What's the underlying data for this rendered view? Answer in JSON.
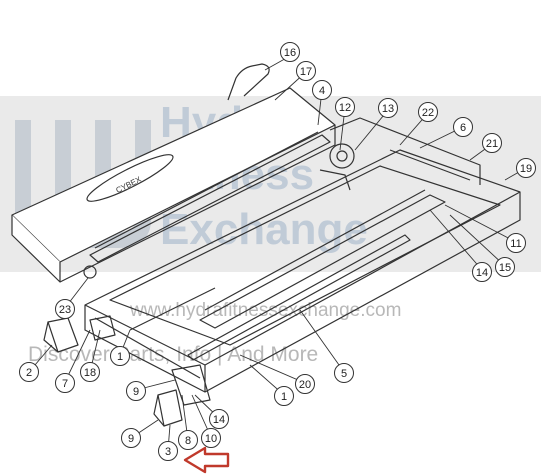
{
  "watermark": {
    "line1": "Hydra",
    "line2": "Fitness",
    "line3": "Exchange",
    "url": "www.hydrafitnessexchange.com",
    "tagline": "Discover Parts, Info | And More"
  },
  "callouts": [
    {
      "id": "c16",
      "label": "16"
    },
    {
      "id": "c17",
      "label": "17"
    },
    {
      "id": "c4",
      "label": "4"
    },
    {
      "id": "c12",
      "label": "12"
    },
    {
      "id": "c13",
      "label": "13"
    },
    {
      "id": "c22",
      "label": "22"
    },
    {
      "id": "c6",
      "label": "6"
    },
    {
      "id": "c21",
      "label": "21"
    },
    {
      "id": "c19",
      "label": "19"
    },
    {
      "id": "c11",
      "label": "11"
    },
    {
      "id": "c15",
      "label": "15"
    },
    {
      "id": "c14a",
      "label": "14"
    },
    {
      "id": "c23",
      "label": "23"
    },
    {
      "id": "c2",
      "label": "2"
    },
    {
      "id": "c1a",
      "label": "1"
    },
    {
      "id": "c18",
      "label": "18"
    },
    {
      "id": "c7",
      "label": "7"
    },
    {
      "id": "c9a",
      "label": "9"
    },
    {
      "id": "c20",
      "label": "20"
    },
    {
      "id": "c5",
      "label": "5"
    },
    {
      "id": "c1b",
      "label": "1"
    },
    {
      "id": "c14b",
      "label": "14"
    },
    {
      "id": "c9b",
      "label": "9"
    },
    {
      "id": "c3",
      "label": "3"
    },
    {
      "id": "c8",
      "label": "8"
    },
    {
      "id": "c10",
      "label": "10"
    }
  ],
  "belt_logo": "CYBEX",
  "colors": {
    "line": "#333333",
    "arrow": "#c0392b",
    "watermark": "#9fb2c9"
  }
}
